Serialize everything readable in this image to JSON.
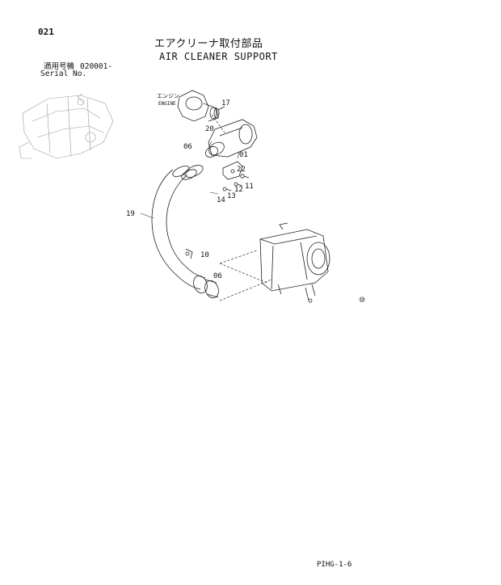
{
  "header": {
    "page_number": "021",
    "title_jp": "エアクリーナ取付部品",
    "title_en": "AIR CLEANER SUPPORT",
    "serial_label_jp": "適用号機",
    "serial_value": "020001-",
    "serial_label_en": "Serial No."
  },
  "diagram": {
    "engine_label_jp": "エンジン",
    "engine_label_en": "ENGINE",
    "callouts": {
      "c17": "17",
      "c20": "20",
      "c06a": "06",
      "c01": "01",
      "c22": "22",
      "c11": "11",
      "c12": "12",
      "c13": "13",
      "c14": "14",
      "c19": "19",
      "c10": "10",
      "c06b": "06"
    },
    "marker": "⑩"
  },
  "footer": {
    "code": "PIHG-1-6"
  }
}
